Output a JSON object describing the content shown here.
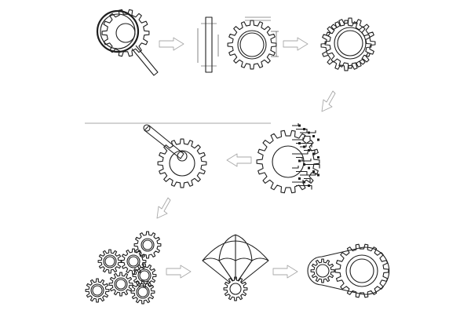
{
  "diagram": {
    "steps": [
      {
        "id": "inspect",
        "icon": "magnifier-gear-icon"
      },
      {
        "id": "draft",
        "icon": "gear-drawing-icon"
      },
      {
        "id": "model",
        "icon": "gear-3d-model-icon"
      },
      {
        "id": "circuit",
        "icon": "gear-circuit-icon"
      },
      {
        "id": "crank",
        "icon": "crank-gear-icon"
      },
      {
        "id": "train",
        "icon": "gear-train-icon"
      },
      {
        "id": "parachute",
        "icon": "parachute-gear-icon"
      },
      {
        "id": "chain-drive",
        "icon": "chain-drive-gear-icon"
      }
    ],
    "connectors": [
      {
        "from": "inspect",
        "to": "draft",
        "icon": "arrow-right-icon"
      },
      {
        "from": "draft",
        "to": "model",
        "icon": "arrow-right-icon"
      },
      {
        "from": "model",
        "to": "circuit",
        "icon": "arrow-down-left-icon"
      },
      {
        "from": "circuit",
        "to": "crank",
        "icon": "arrow-left-icon"
      },
      {
        "from": "crank",
        "to": "train",
        "icon": "arrow-down-left-icon"
      },
      {
        "from": "train",
        "to": "parachute",
        "icon": "arrow-right-icon"
      },
      {
        "from": "parachute",
        "to": "chain-drive",
        "icon": "arrow-right-icon"
      }
    ],
    "colors": {
      "line": "#1e1e1e",
      "arrow_outline": "#a8a8a8",
      "background": "#ffffff"
    }
  }
}
